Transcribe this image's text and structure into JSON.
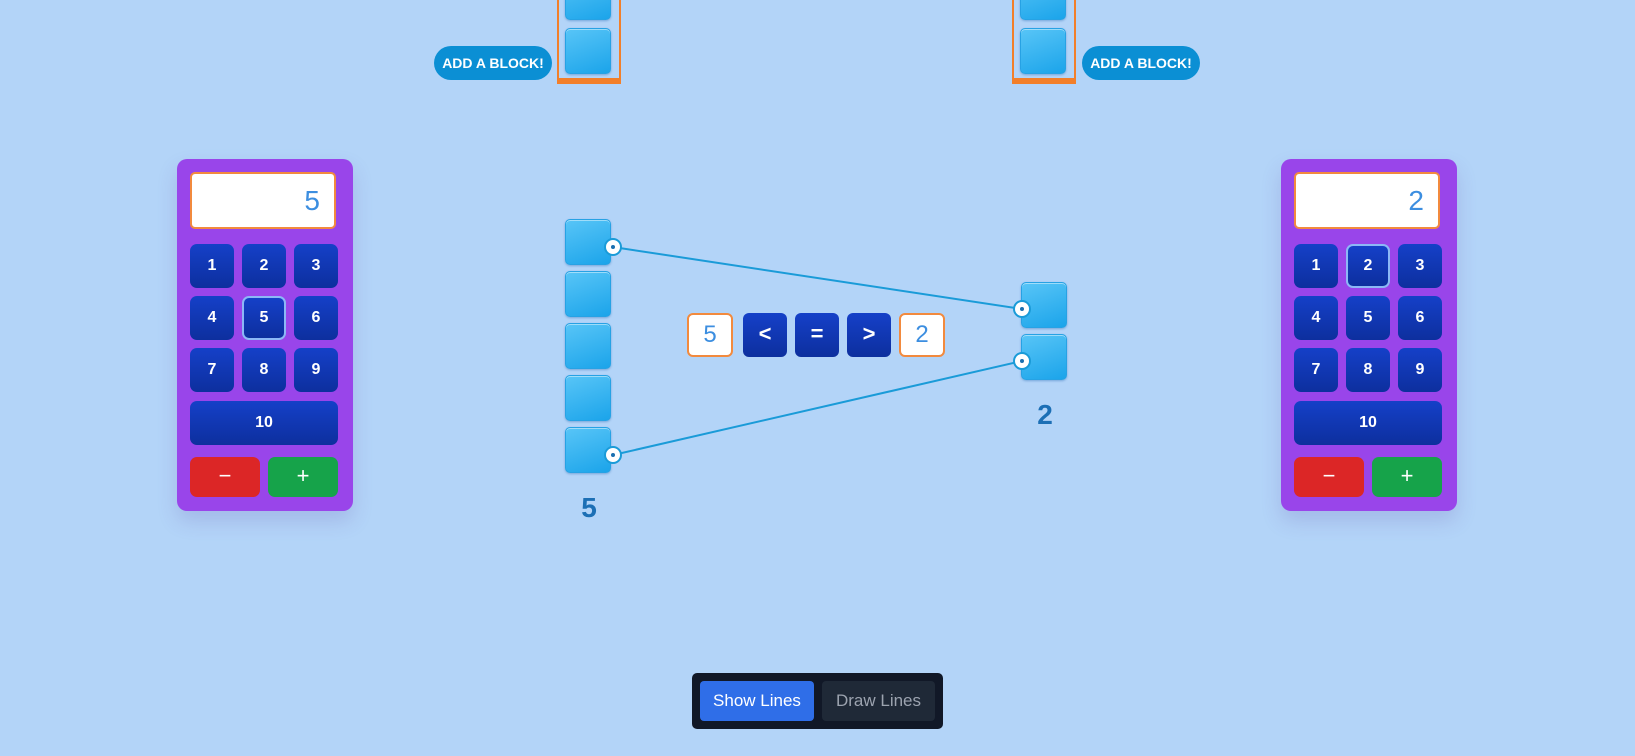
{
  "left": {
    "add_button": "ADD A BLOCK!",
    "count": "5",
    "calculator": {
      "display": "5",
      "keys": [
        "1",
        "2",
        "3",
        "4",
        "5",
        "6",
        "7",
        "8",
        "9"
      ],
      "ten": "10",
      "minus": "−",
      "plus": "+",
      "selected": "5"
    }
  },
  "right": {
    "add_button": "ADD A BLOCK!",
    "count": "2",
    "calculator": {
      "display": "2",
      "keys": [
        "1",
        "2",
        "3",
        "4",
        "5",
        "6",
        "7",
        "8",
        "9"
      ],
      "ten": "10",
      "minus": "−",
      "plus": "+",
      "selected": "2"
    }
  },
  "comparison": {
    "left_value": "5",
    "less": "<",
    "equal": "=",
    "greater": ">",
    "right_value": "2"
  },
  "toggle": {
    "show_lines": "Show Lines",
    "draw_lines": "Draw Lines",
    "active": "Show Lines"
  },
  "colors": {
    "background": "#b3d4f8",
    "calculator": "#9945ea",
    "key": "#1540c8",
    "block": "#36b4f0",
    "accent_orange": "#f28a3e",
    "line": "#1a9bd8"
  }
}
